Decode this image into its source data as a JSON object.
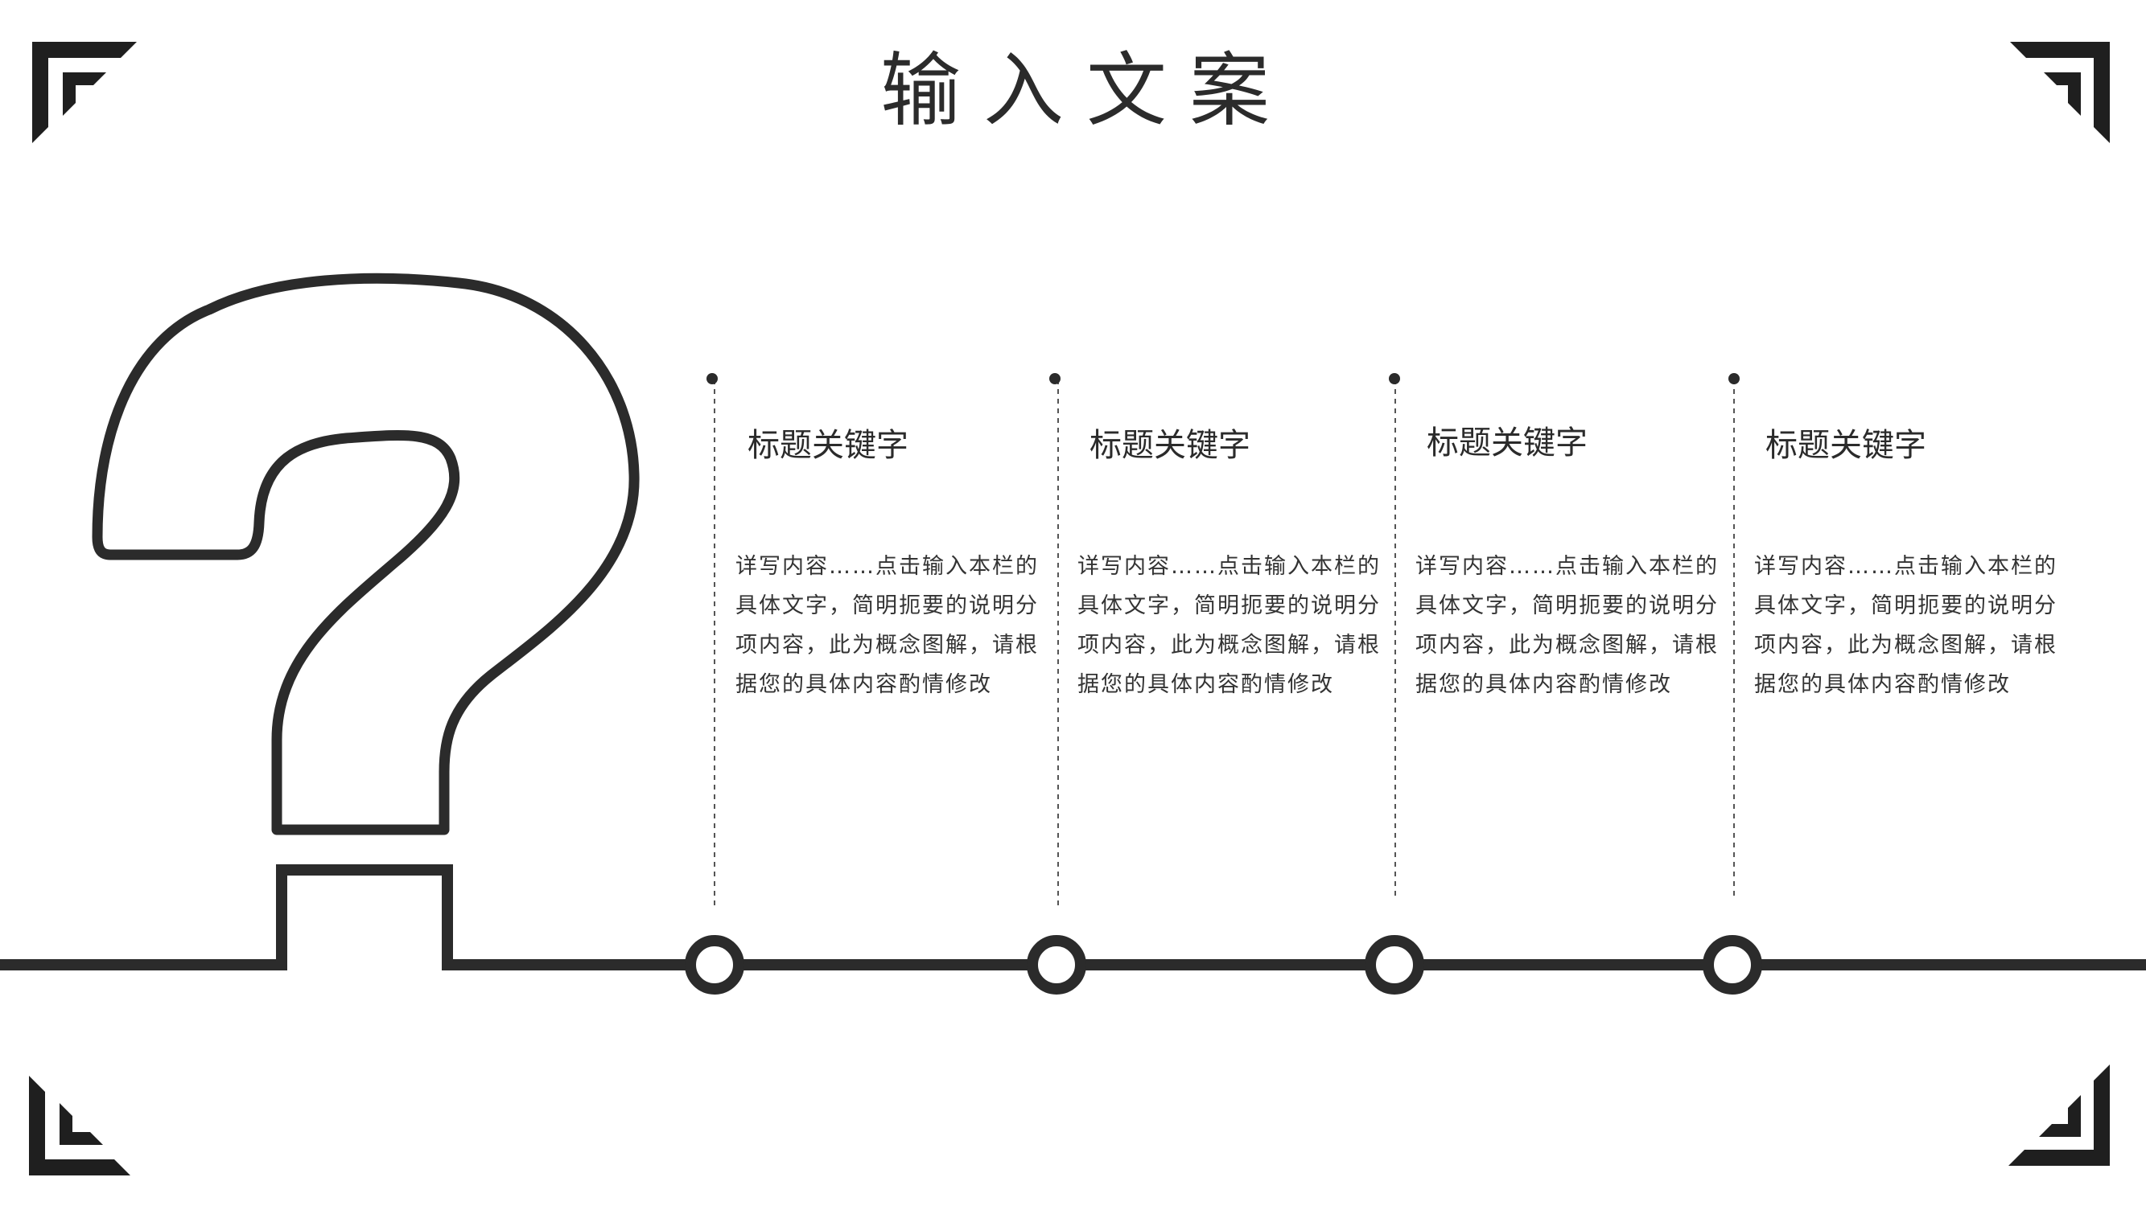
{
  "slide": {
    "title": "输入文案",
    "line_color": "#2b2b2b",
    "items": [
      {
        "heading": "标题关键字",
        "body": "详写内容……点击输入本栏的具体文字，简明扼要的说明分项内容，此为概念图解，请根据您的具体内容酌情修改"
      },
      {
        "heading": "标题关键字",
        "body": "详写内容……点击输入本栏的具体文字，简明扼要的说明分项内容，此为概念图解，请根据您的具体内容酌情修改"
      },
      {
        "heading": "标题关键字",
        "body": "详写内容……点击输入本栏的具体文字，简明扼要的说明分项内容，此为概念图解，请根据您的具体内容酌情修改"
      },
      {
        "heading": "标题关键字",
        "body": "详写内容……点击输入本栏的具体文字，简明扼要的说明分项内容，此为概念图解，请根据您的具体内容酌情修改"
      }
    ]
  },
  "icons": {
    "question_mark": "question-mark-outline-icon",
    "corners": "corner-bracket-icon"
  }
}
